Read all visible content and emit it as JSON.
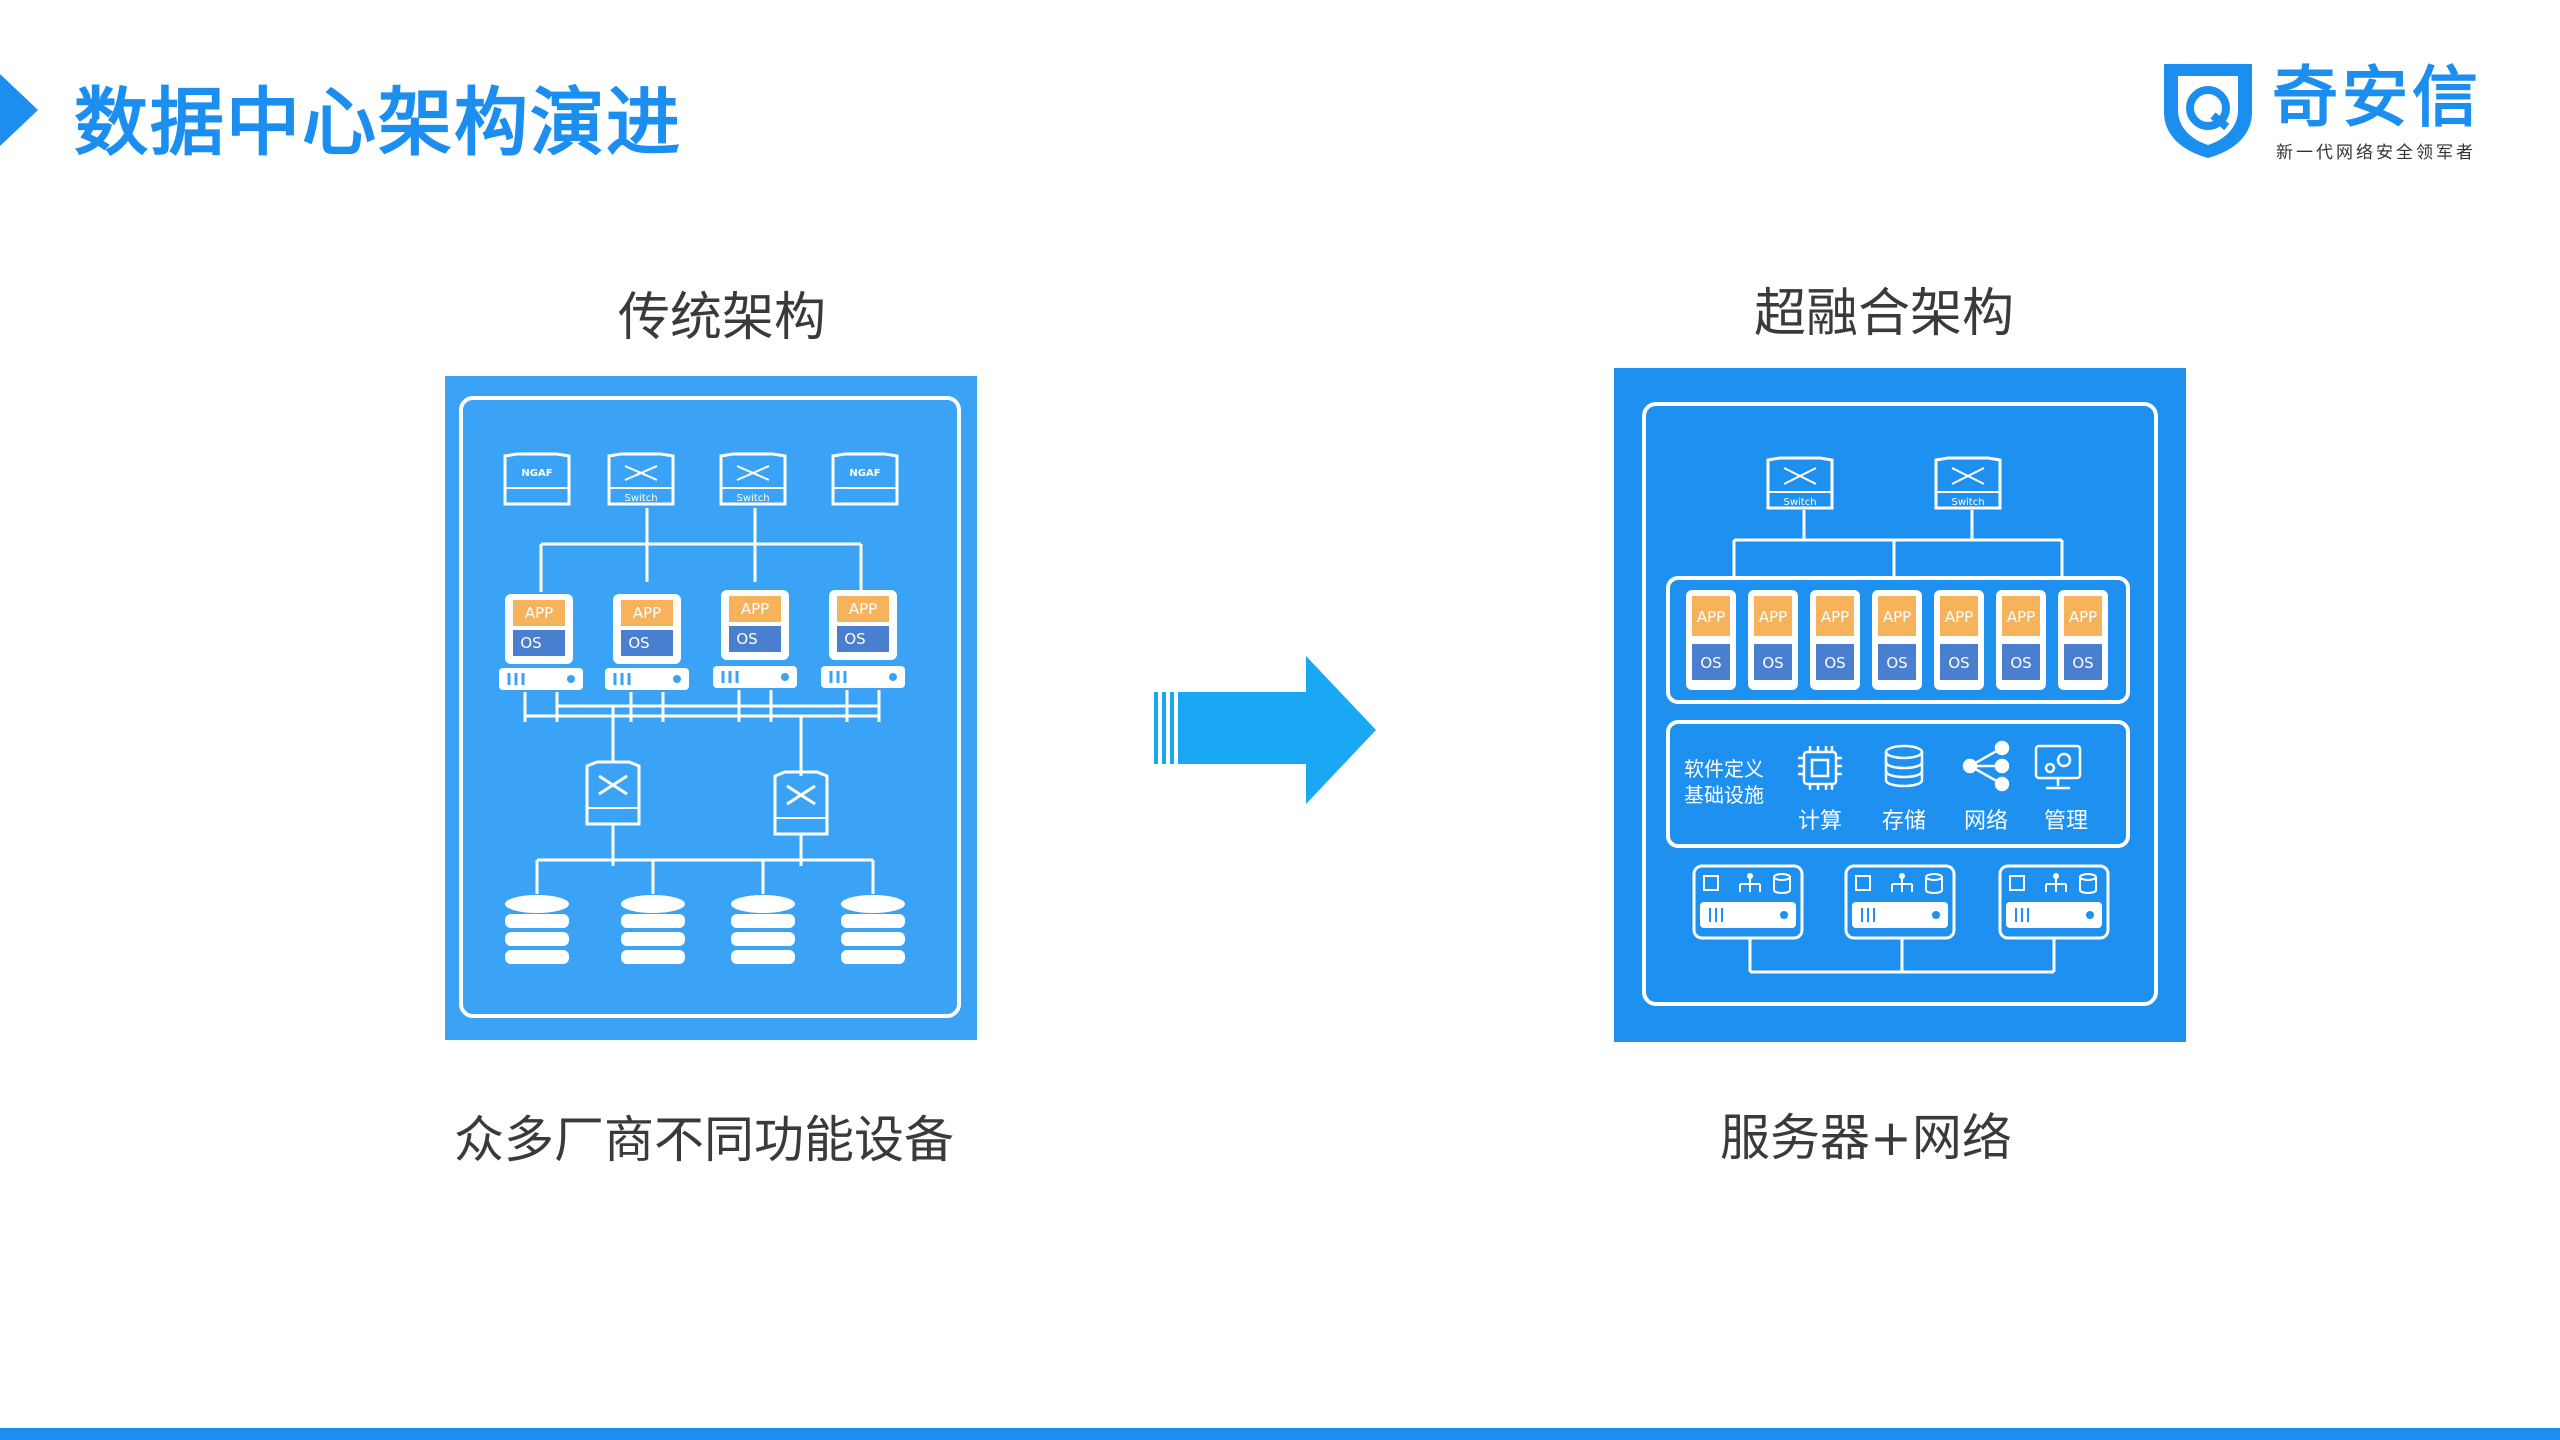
{
  "header": {
    "title": "数据中心架构演进"
  },
  "logo": {
    "name": "奇安信",
    "slogan": "新一代网络安全领军者"
  },
  "left": {
    "title": "传统架构",
    "caption": "众多厂商不同功能设备",
    "device_labels": [
      "NGAF",
      "Switch",
      "Switch",
      "NGAF"
    ],
    "app_label": "APP",
    "os_label": "OS"
  },
  "right": {
    "title": "超融合架构",
    "caption": "服务器+网络",
    "switch_label": "Switch",
    "app_label": "APP",
    "os_label": "OS",
    "sdi_label_line1": "软件定义",
    "sdi_label_line2": "基础设施",
    "sdi_items": [
      "计算",
      "存储",
      "网络",
      "管理"
    ]
  },
  "colors": {
    "brand_blue": "#1c8ef0",
    "panel_left": "#3aa3f5",
    "panel_right": "#1e90ef",
    "app_orange": "#f7b35b",
    "os_blue": "#4a7fd0",
    "arrow_blue": "#1aa7f4"
  }
}
